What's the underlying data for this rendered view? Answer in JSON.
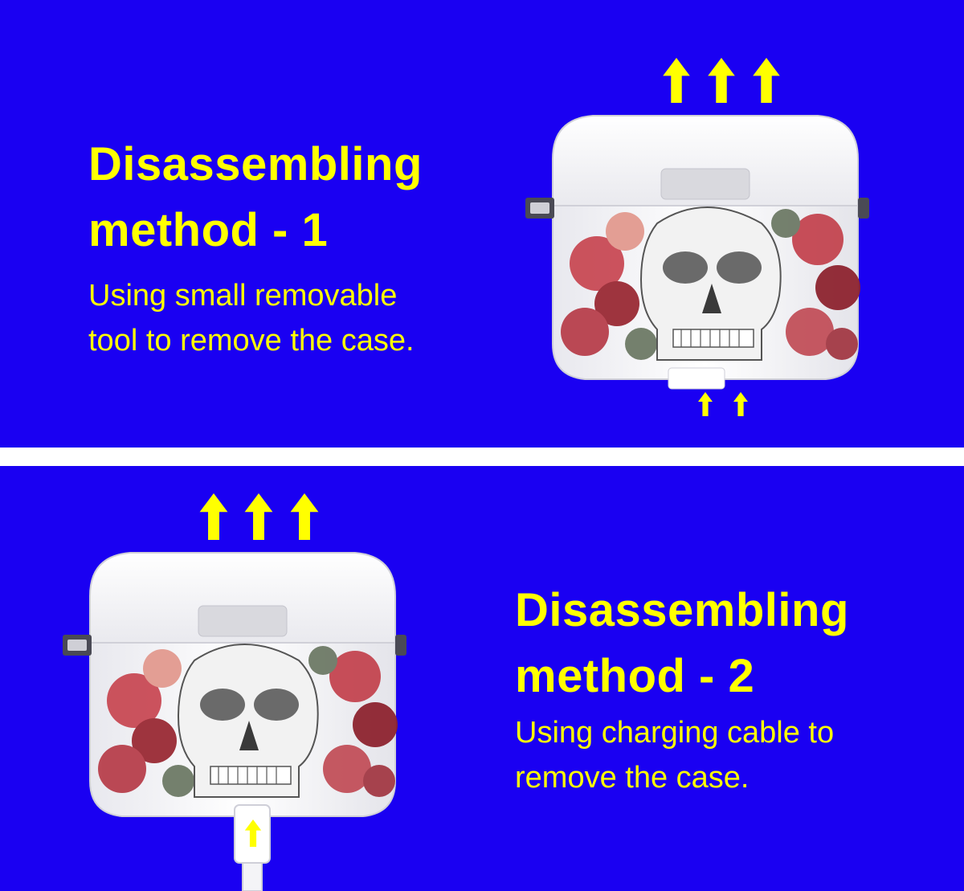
{
  "colors": {
    "background": "#1a00f2",
    "accent": "#ffff00",
    "divider": "#ffffff"
  },
  "method1": {
    "title_line1": "Disassembling",
    "title_line2": "method - 1",
    "desc_line1": "Using small removable",
    "desc_line2": "tool to remove the case."
  },
  "method2": {
    "title_line1": "Disassembling",
    "title_line2": "method - 2",
    "desc_line1": "Using charging cable to",
    "desc_line2": "remove the case."
  },
  "icons": [
    "up-arrow-icon",
    "earbuds-case-image",
    "charging-cable-image",
    "skull-floral-print"
  ]
}
